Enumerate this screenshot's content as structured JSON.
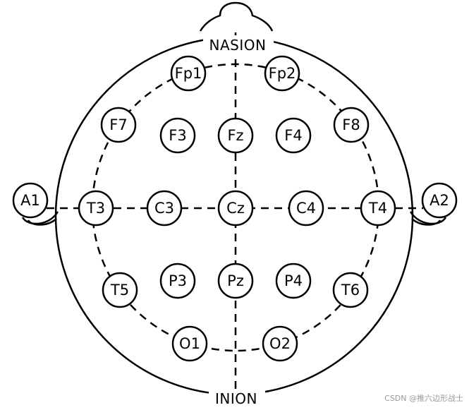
{
  "landmarks": {
    "top": "NASION",
    "bottom": "INION"
  },
  "electrodes": [
    {
      "id": "Fp1",
      "label": "Fp1"
    },
    {
      "id": "Fp2",
      "label": "Fp2"
    },
    {
      "id": "F7",
      "label": "F7"
    },
    {
      "id": "F3",
      "label": "F3"
    },
    {
      "id": "Fz",
      "label": "Fz"
    },
    {
      "id": "F4",
      "label": "F4"
    },
    {
      "id": "F8",
      "label": "F8"
    },
    {
      "id": "A1",
      "label": "A1"
    },
    {
      "id": "T3",
      "label": "T3"
    },
    {
      "id": "C3",
      "label": "C3"
    },
    {
      "id": "Cz",
      "label": "Cz"
    },
    {
      "id": "C4",
      "label": "C4"
    },
    {
      "id": "T4",
      "label": "T4"
    },
    {
      "id": "A2",
      "label": "A2"
    },
    {
      "id": "T5",
      "label": "T5"
    },
    {
      "id": "P3",
      "label": "P3"
    },
    {
      "id": "Pz",
      "label": "Pz"
    },
    {
      "id": "P4",
      "label": "P4"
    },
    {
      "id": "T6",
      "label": "T6"
    },
    {
      "id": "O1",
      "label": "O1"
    },
    {
      "id": "O2",
      "label": "O2"
    }
  ],
  "watermark": "CSDN @推六边形战士",
  "colors": {
    "stroke": "#000000",
    "background": "#ffffff",
    "watermark": "#9a9a9a"
  }
}
